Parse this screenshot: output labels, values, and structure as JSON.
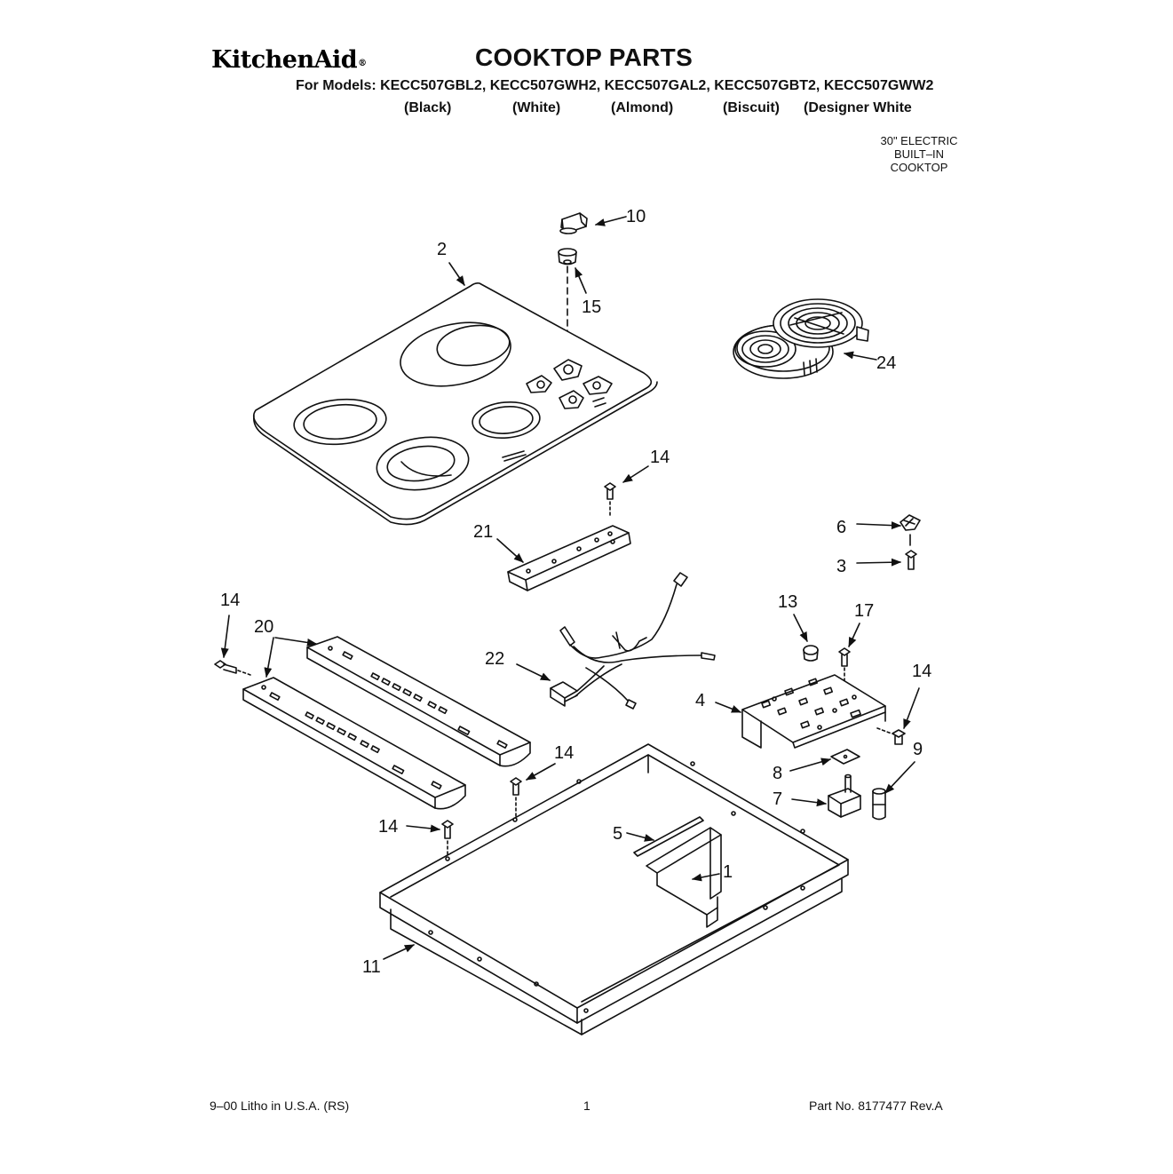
{
  "header": {
    "brand": "KitchenAid",
    "title": "COOKTOP PARTS",
    "models_line": "For Models: KECC507GBL2, KECC507GWH2, KECC507GAL2, KECC507GBT2, KECC507GWW2",
    "colors": [
      "(Black)",
      "(White)",
      "(Almond)",
      "(Biscuit)",
      "(Designer White"
    ],
    "description": [
      "30\" ELECTRIC",
      "BUILT–IN",
      "COOKTOP"
    ]
  },
  "callouts": {
    "c10": "10",
    "c2": "2",
    "c15": "15",
    "c24": "24",
    "c14a": "14",
    "c21": "21",
    "c6": "6",
    "c3": "3",
    "c13": "13",
    "c17": "17",
    "c14b": "14",
    "c20": "20",
    "c22": "22",
    "c14c": "14",
    "c4": "4",
    "c9": "9",
    "c14d": "14",
    "c8": "8",
    "c7": "7",
    "c14e": "14",
    "c5": "5",
    "c1": "1",
    "c11": "11"
  },
  "footer": {
    "left": "9–00 Litho in U.S.A. (RS)",
    "center": "1",
    "right": "Part No. 8177477 Rev.A"
  }
}
